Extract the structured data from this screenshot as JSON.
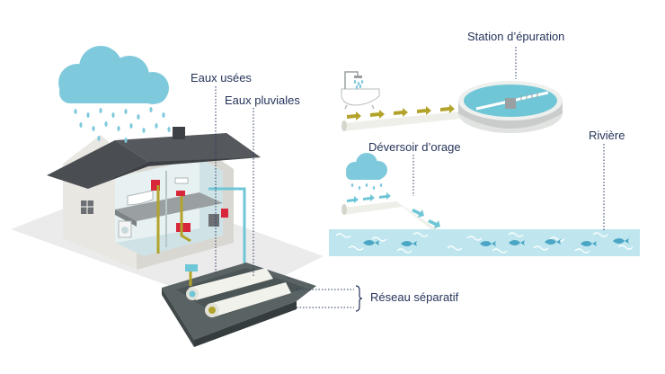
{
  "labels": {
    "eaux_usees": "Eaux usées",
    "eaux_pluviales": "Eaux pluviales",
    "station": "Station d’épuration",
    "deversoir": "Déversoir d’orage",
    "riviere": "Rivière",
    "reseau": "Réseau séparatif"
  },
  "colors": {
    "text": "#26345a",
    "waste_water": "#b3a32b",
    "rain_water": "#6fc6d6",
    "cloud": "#7fc9dc",
    "roof": "#4a4d52",
    "river": "#bfe6ef",
    "fish": "#4aa6c4",
    "trench": "#4c5556",
    "pipe": "#f2f2ec",
    "shutoff_red": "#d8263a"
  },
  "icons": [
    "rain-cloud-icon",
    "shower-bathtub-icon",
    "fish-icon"
  ]
}
